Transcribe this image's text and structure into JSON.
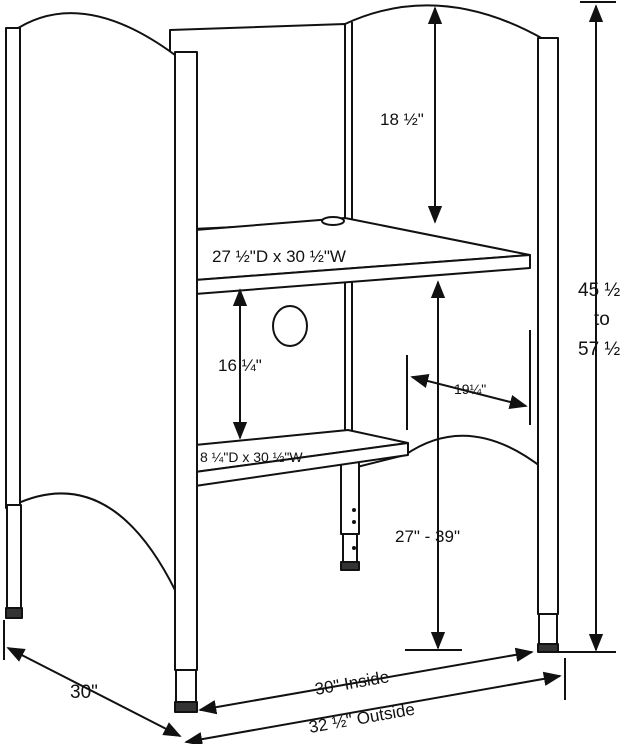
{
  "colors": {
    "line": "#111111",
    "panel": "#ffffff",
    "background": "#ffffff"
  },
  "labels": {
    "upper_clearance": "18 ½\"",
    "top_shelf": "27 ½\"D x 30 ½\"W",
    "mid_clearance": "16 ¼\"",
    "keyboard_shelf": "8 ¼\"D x 30 ½\"W",
    "keyboard_width": "19¼\"",
    "desk_height": "27\" - 39\"",
    "overall_height_line1": "45 ½",
    "overall_height_line2": "to",
    "overall_height_line3": "57 ½",
    "depth": "30\"",
    "inside_width": "30\" Inside",
    "outside_width": "32 ½\" Outside"
  },
  "icons": {
    "cord_grommet": "grommet-hole-icon",
    "cable_port": "cable-port-icon"
  }
}
